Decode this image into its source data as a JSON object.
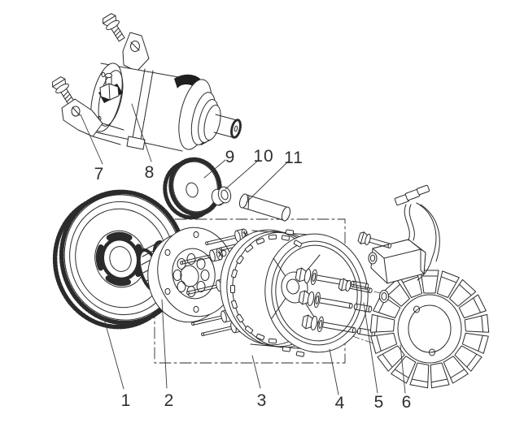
{
  "figure": {
    "type": "exploded-parts-diagram",
    "background": "#ffffff",
    "ink": "#2b2b2b",
    "callouts": [
      {
        "label": "1"
      },
      {
        "label": "2"
      },
      {
        "label": "3"
      },
      {
        "label": "4"
      },
      {
        "label": "5"
      },
      {
        "label": "6"
      },
      {
        "label": "7"
      },
      {
        "label": "8"
      },
      {
        "label": "9"
      },
      {
        "label": "10"
      },
      {
        "label": "11"
      }
    ]
  }
}
